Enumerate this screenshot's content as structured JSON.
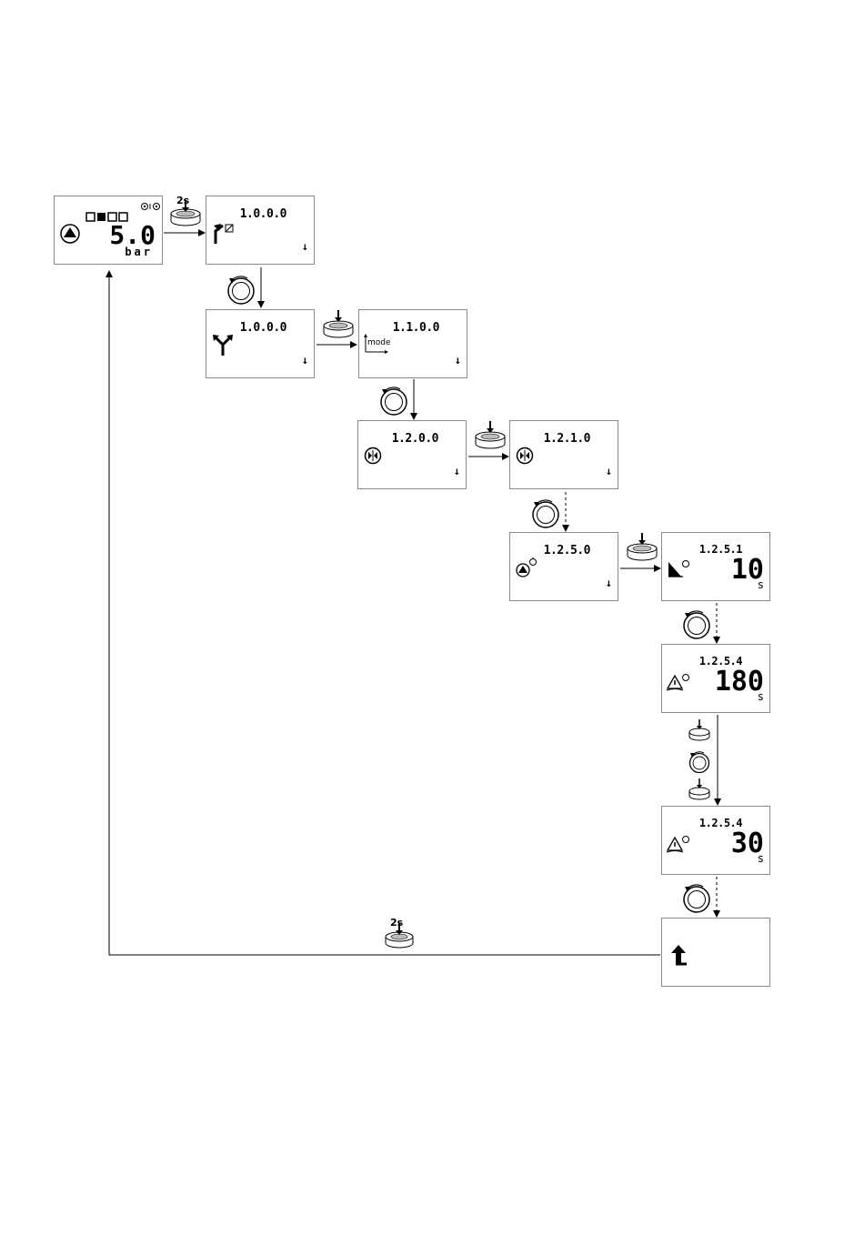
{
  "main_screen": {
    "value": "5.0",
    "unit": "bar"
  },
  "hold_label": "2s",
  "hold_label_bottom": "2s",
  "screens": {
    "s1000a": {
      "code": "1.0.0.0"
    },
    "s1000b": {
      "code": "1.0.0.0"
    },
    "s1100": {
      "code": "1.1.0.0",
      "mode_label": "mode"
    },
    "s1200": {
      "code": "1.2.0.0"
    },
    "s1210": {
      "code": "1.2.1.0"
    },
    "s1250": {
      "code": "1.2.5.0"
    },
    "s1251": {
      "code": "1.2.5.1",
      "value": "10",
      "unit": "s"
    },
    "s1254a": {
      "code": "1.2.5.4",
      "value": "180",
      "unit": "s"
    },
    "s1254b": {
      "code": "1.2.5.4",
      "value": "30",
      "unit": "s"
    }
  }
}
